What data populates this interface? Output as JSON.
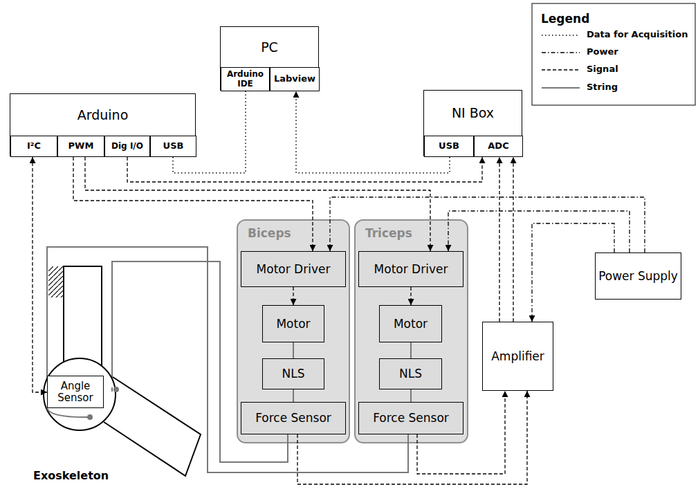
{
  "diagram": {
    "nodes": [
      {
        "text": [
          "PC"
        ]
      },
      {
        "text": [
          "Arduino IDE"
        ],
        "in": 0
      },
      {
        "text": [
          "Labview"
        ],
        "in": 0
      },
      {
        "text": [
          "Arduino"
        ]
      },
      {
        "text": [
          "I²C"
        ],
        "in": 3
      },
      {
        "text": [
          "PWM"
        ],
        "in": 3
      },
      {
        "text": [
          "Dig I/O"
        ],
        "in": 3
      },
      {
        "text": [
          "USB"
        ],
        "in": 3
      },
      {
        "text": [
          "NI Box"
        ]
      },
      {
        "text": [
          "USB"
        ],
        "in": 8
      },
      {
        "text": [
          "ADC"
        ],
        "in": 8
      },
      {
        "text": [
          "Biceps"
        ]
      },
      {
        "text": [
          "Motor Driver"
        ],
        "in": 11
      },
      {
        "text": [
          "Motor"
        ],
        "in": 11
      },
      {
        "text": [
          "NLS"
        ],
        "in": 11
      },
      {
        "text": [
          "Force Sensor"
        ],
        "in": 11
      },
      {
        "text": [
          "Triceps"
        ]
      },
      {
        "text": [
          "Motor Driver"
        ],
        "in": 16
      },
      {
        "text": [
          "Motor"
        ],
        "in": 16
      },
      {
        "text": [
          "NLS"
        ],
        "in": 16
      },
      {
        "text": [
          "Force Sensor"
        ],
        "in": 16
      },
      {
        "text": [
          "Power Supply"
        ]
      },
      {
        "text": [
          "Amplifier"
        ]
      },
      {
        "text": [
          "Angle Sensor"
        ]
      }
    ],
    "edges": [
      {
        "from": 7,
        "to": 1,
        "arrow": "none"
      },
      {
        "from": 9,
        "to": 2,
        "arrow": "to"
      },
      {
        "from": 4,
        "to": 23,
        "arrow": "both"
      },
      {
        "from": 5,
        "to": 12,
        "arrow": "to"
      },
      {
        "from": 5,
        "to": 17,
        "arrow": "to"
      },
      {
        "from": 6,
        "to": 10,
        "arrow": "to"
      },
      {
        "from": 21,
        "to": 12,
        "arrow": "to"
      },
      {
        "from": 21,
        "to": 17,
        "arrow": "to"
      },
      {
        "from": 21,
        "to": 22,
        "arrow": "to"
      },
      {
        "from": 12,
        "to": 13,
        "arrow": "to"
      },
      {
        "from": 17,
        "to": 18,
        "arrow": "to"
      },
      {
        "from": 13,
        "to": 14,
        "arrow": "none"
      },
      {
        "from": 14,
        "to": 15,
        "arrow": "none"
      },
      {
        "from": 18,
        "to": 19,
        "arrow": "none"
      },
      {
        "from": 19,
        "to": 20,
        "arrow": "none"
      },
      {
        "from": 15,
        "to": 22,
        "arrow": "to"
      },
      {
        "from": 20,
        "to": 22,
        "arrow": "to"
      },
      {
        "from": 22,
        "to": 10,
        "arrow": "to"
      },
      {
        "from": 22,
        "to": 10,
        "arrow": "to"
      }
    ],
    "labels": [
      "Legend",
      "Exoskeleton"
    ],
    "legend": [
      {
        "text": "Data for Acquisition"
      },
      {
        "text": "Power"
      },
      {
        "text": "Signal"
      },
      {
        "text": "String"
      }
    ]
  }
}
